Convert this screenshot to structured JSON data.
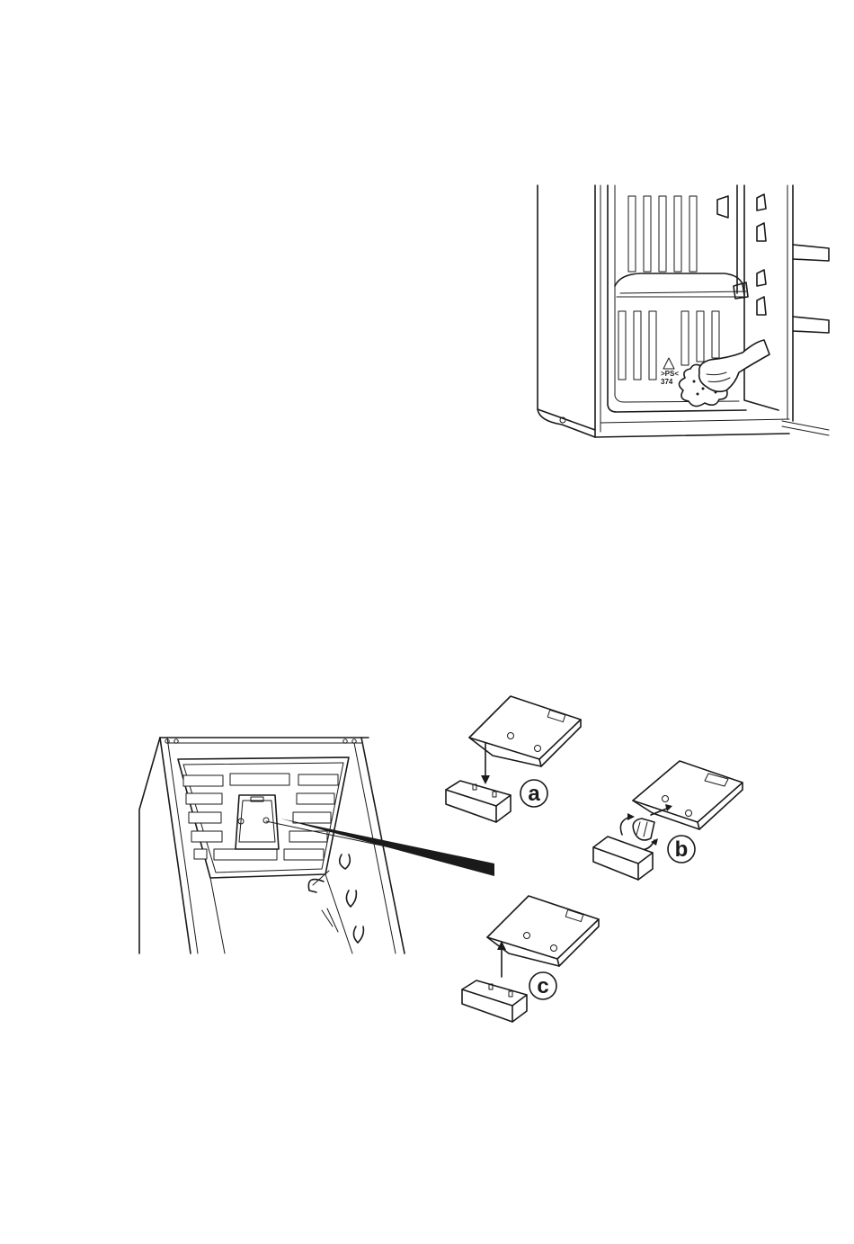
{
  "figure_top": {
    "symbol_label": "374",
    "symbol_sublabel": ">PS<"
  },
  "figure_bottom": {
    "step_labels": [
      "a",
      "b",
      "c"
    ]
  }
}
